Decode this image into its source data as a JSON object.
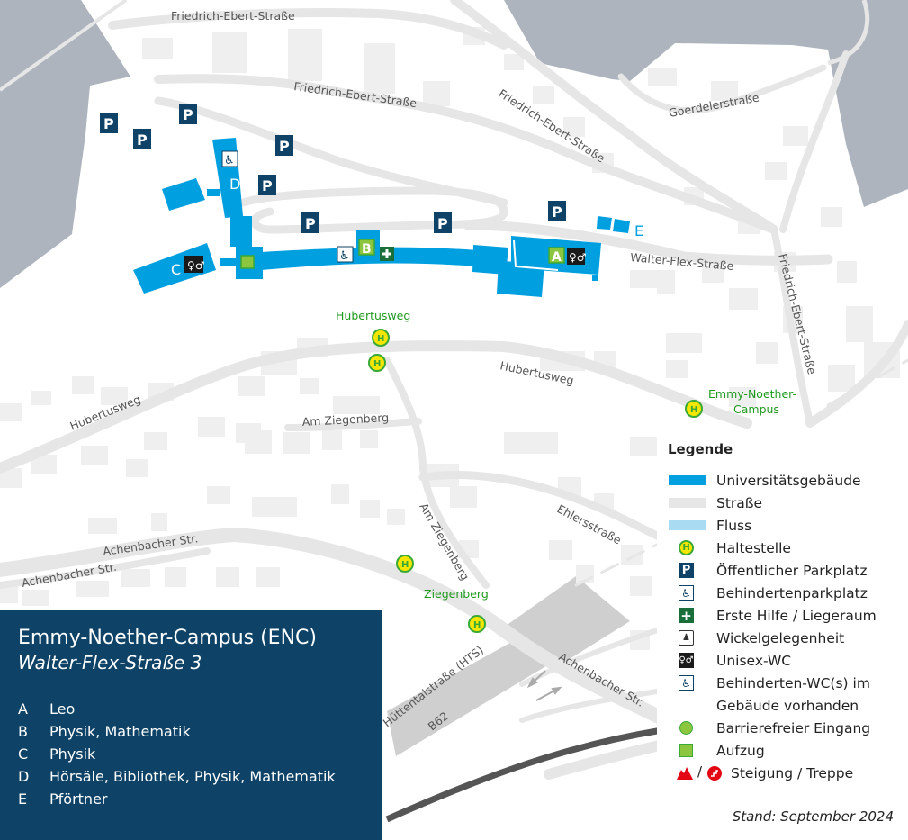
{
  "map": {
    "streets": [
      {
        "name": "Friedrich-Ebert-Straße",
        "position": "top"
      },
      {
        "name": "Friedrich-Ebert-Straße",
        "position": "upper-middle"
      },
      {
        "name": "Friedrich-Ebert-Straße",
        "position": "diagonal-center"
      },
      {
        "name": "Goerdelerstraße"
      },
      {
        "name": "Walter-Flex-Straße"
      },
      {
        "name": "Friedrich-Ebert-Straße",
        "position": "right-vertical"
      },
      {
        "name": "Hubertusweg",
        "position": "left"
      },
      {
        "name": "Hubertusweg",
        "position": "center"
      },
      {
        "name": "Am Ziegenberg",
        "position": "horizontal"
      },
      {
        "name": "Am Ziegenberg",
        "position": "curved"
      },
      {
        "name": "Ehlersstraße"
      },
      {
        "name": "Achenbacher Str.",
        "position": "upper"
      },
      {
        "name": "Achenbacher Str.",
        "position": "lower"
      },
      {
        "name": "Achenbacher Str.",
        "position": "bottom-right"
      },
      {
        "name": "Hüttentalstraße (HTS)"
      },
      {
        "name": "B62"
      }
    ],
    "bus_stops": [
      {
        "name": "Hubertusweg"
      },
      {
        "name": "Emmy-Noether-Campus"
      },
      {
        "name": "Ziegenberg"
      }
    ],
    "buildings": [
      {
        "letter": "A"
      },
      {
        "letter": "B"
      },
      {
        "letter": "C"
      },
      {
        "letter": "D"
      },
      {
        "letter": "E"
      }
    ],
    "stop_icon_letter": "H",
    "parking_letter": "P",
    "colors": {
      "university_building": "#009fdf",
      "street": "#e6e6e6",
      "river": "#a9dcf2",
      "parking": "#0e4266",
      "bus_stop_fill": "#f5e600",
      "bus_stop_ring": "#3aa935",
      "first_aid": "#1a6e3a",
      "accessible_entry": "#8cc63f",
      "hillside": "#adb4bd"
    }
  },
  "info_panel": {
    "title": "Emmy-Noether-Campus (ENC)",
    "subtitle": "Walter-Flex-Straße 3",
    "entries": [
      {
        "key": "A",
        "value": "Leo"
      },
      {
        "key": "B",
        "value": "Physik, Mathematik"
      },
      {
        "key": "C",
        "value": "Physik"
      },
      {
        "key": "D",
        "value": "Hörsäle, Bibliothek, Physik, Mathematik"
      },
      {
        "key": "E",
        "value": "Pförtner"
      }
    ]
  },
  "legend": {
    "title": "Legende",
    "items": [
      {
        "icon": "university-building-swatch",
        "label": "Universitätsgebäude"
      },
      {
        "icon": "street-swatch",
        "label": "Straße"
      },
      {
        "icon": "river-swatch",
        "label": "Fluss"
      },
      {
        "icon": "bus-stop-icon",
        "label": "Haltestelle"
      },
      {
        "icon": "parking-icon",
        "label": "Öffentlicher Parkplatz"
      },
      {
        "icon": "disabled-parking-icon",
        "label": "Behindertenparkplatz"
      },
      {
        "icon": "first-aid-icon",
        "label": "Erste Hilfe / Liegeraum"
      },
      {
        "icon": "baby-changing-icon",
        "label": "Wickelgelegenheit"
      },
      {
        "icon": "unisex-wc-icon",
        "label": "Unisex-WC"
      },
      {
        "icon": "accessible-wc-icon",
        "label": "Behinderten-WC(s) im"
      },
      {
        "icon": "",
        "label": "Gebäude vorhanden"
      },
      {
        "icon": "accessible-entrance-icon",
        "label": "Barrierefreier Eingang"
      },
      {
        "icon": "elevator-icon",
        "label": "Aufzug"
      },
      {
        "icon": "slope-stairs-icon",
        "label": "Steigung / Treppe"
      }
    ],
    "slope_separator": "/",
    "stand": "Stand: September 2024"
  }
}
